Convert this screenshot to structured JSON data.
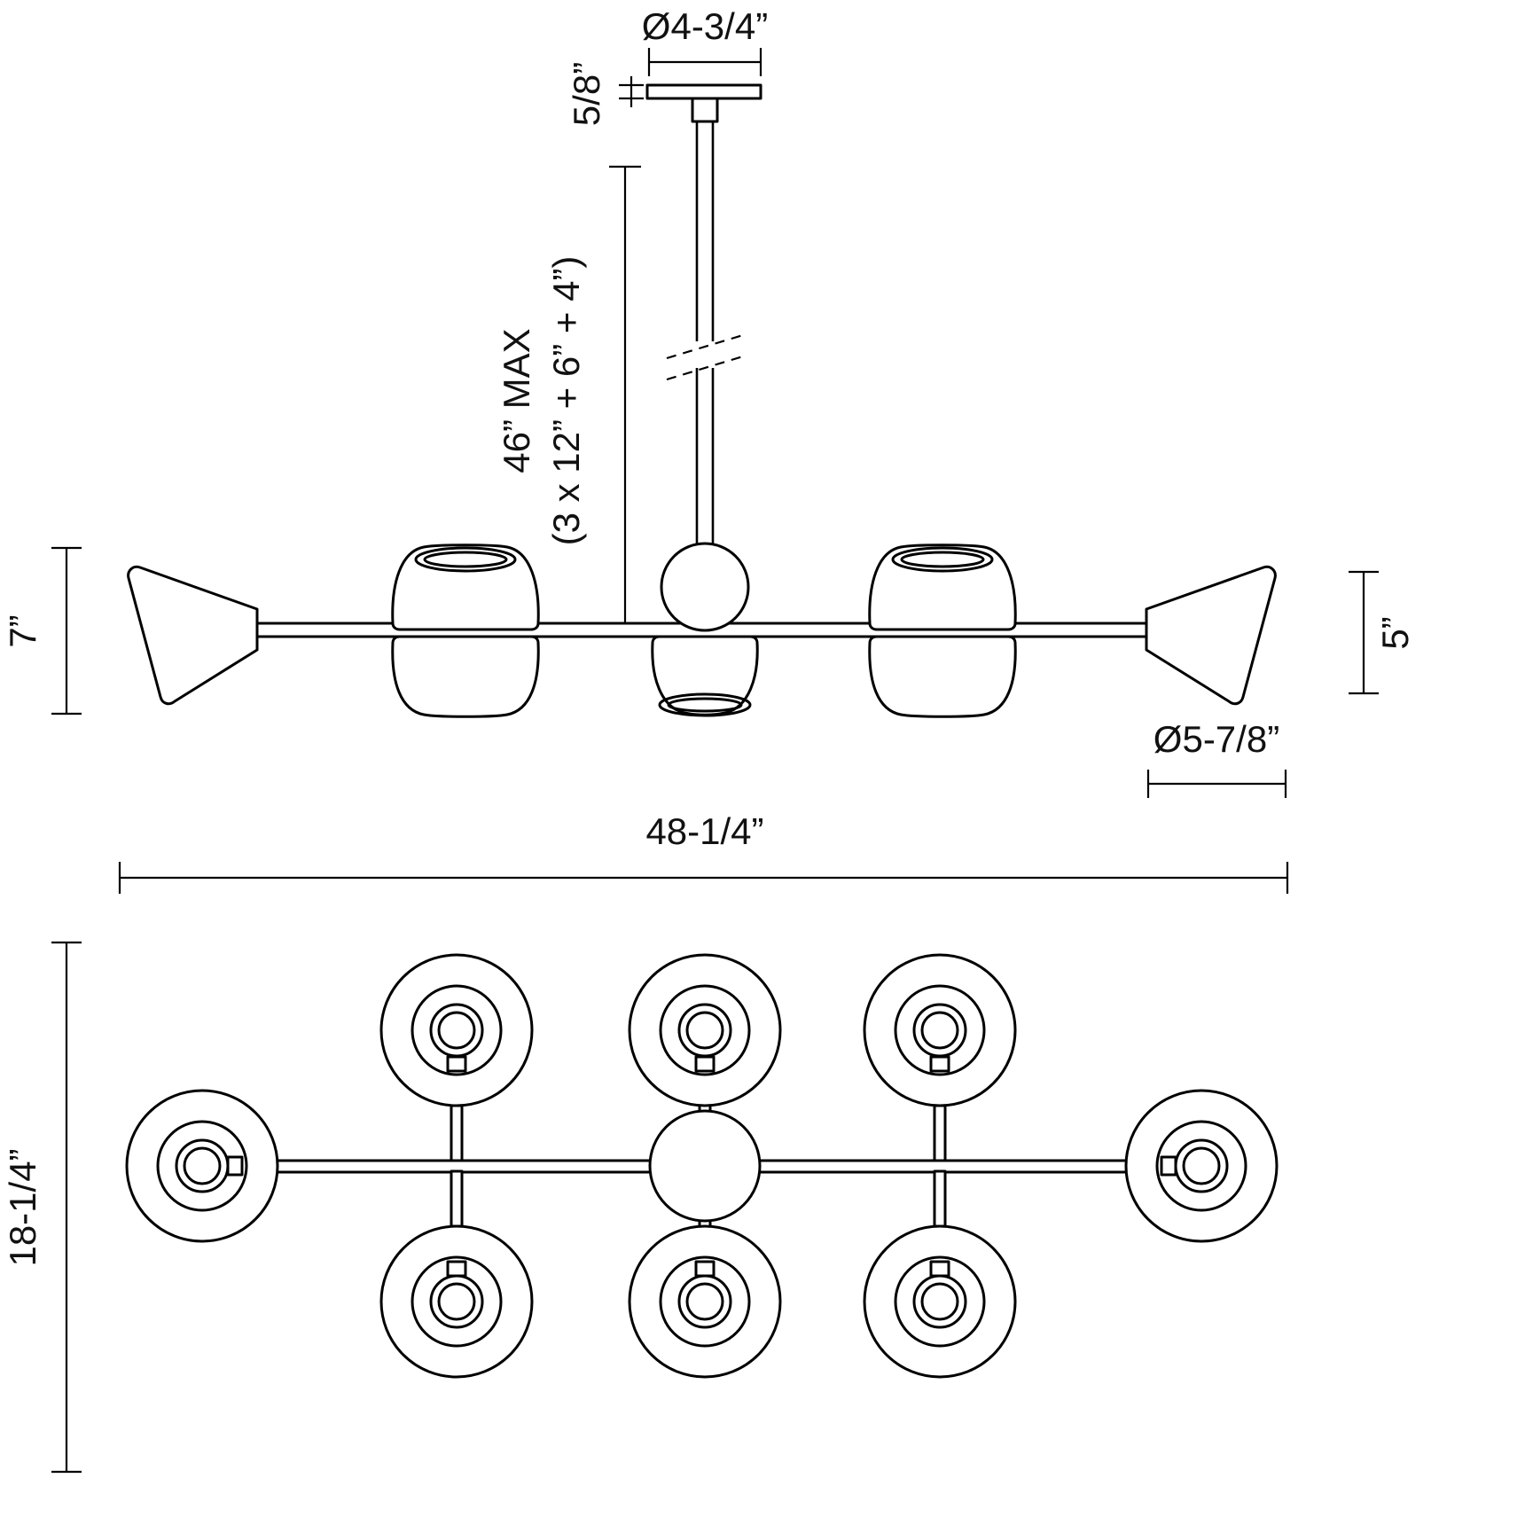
{
  "title": "Chandelier dimension drawing",
  "dimensions": {
    "canopy_diameter": "Ø4-3/4”",
    "canopy_height": "5/8”",
    "rod_max": "46” MAX",
    "rod_formula": "(3 x 12” + 6” + 4”)",
    "fixture_height": "7”",
    "end_shade_height": "5”",
    "end_shade_diameter": "Ø5-7/8”",
    "overall_width": "48-1/4”",
    "overall_depth": "18-1/4”"
  }
}
